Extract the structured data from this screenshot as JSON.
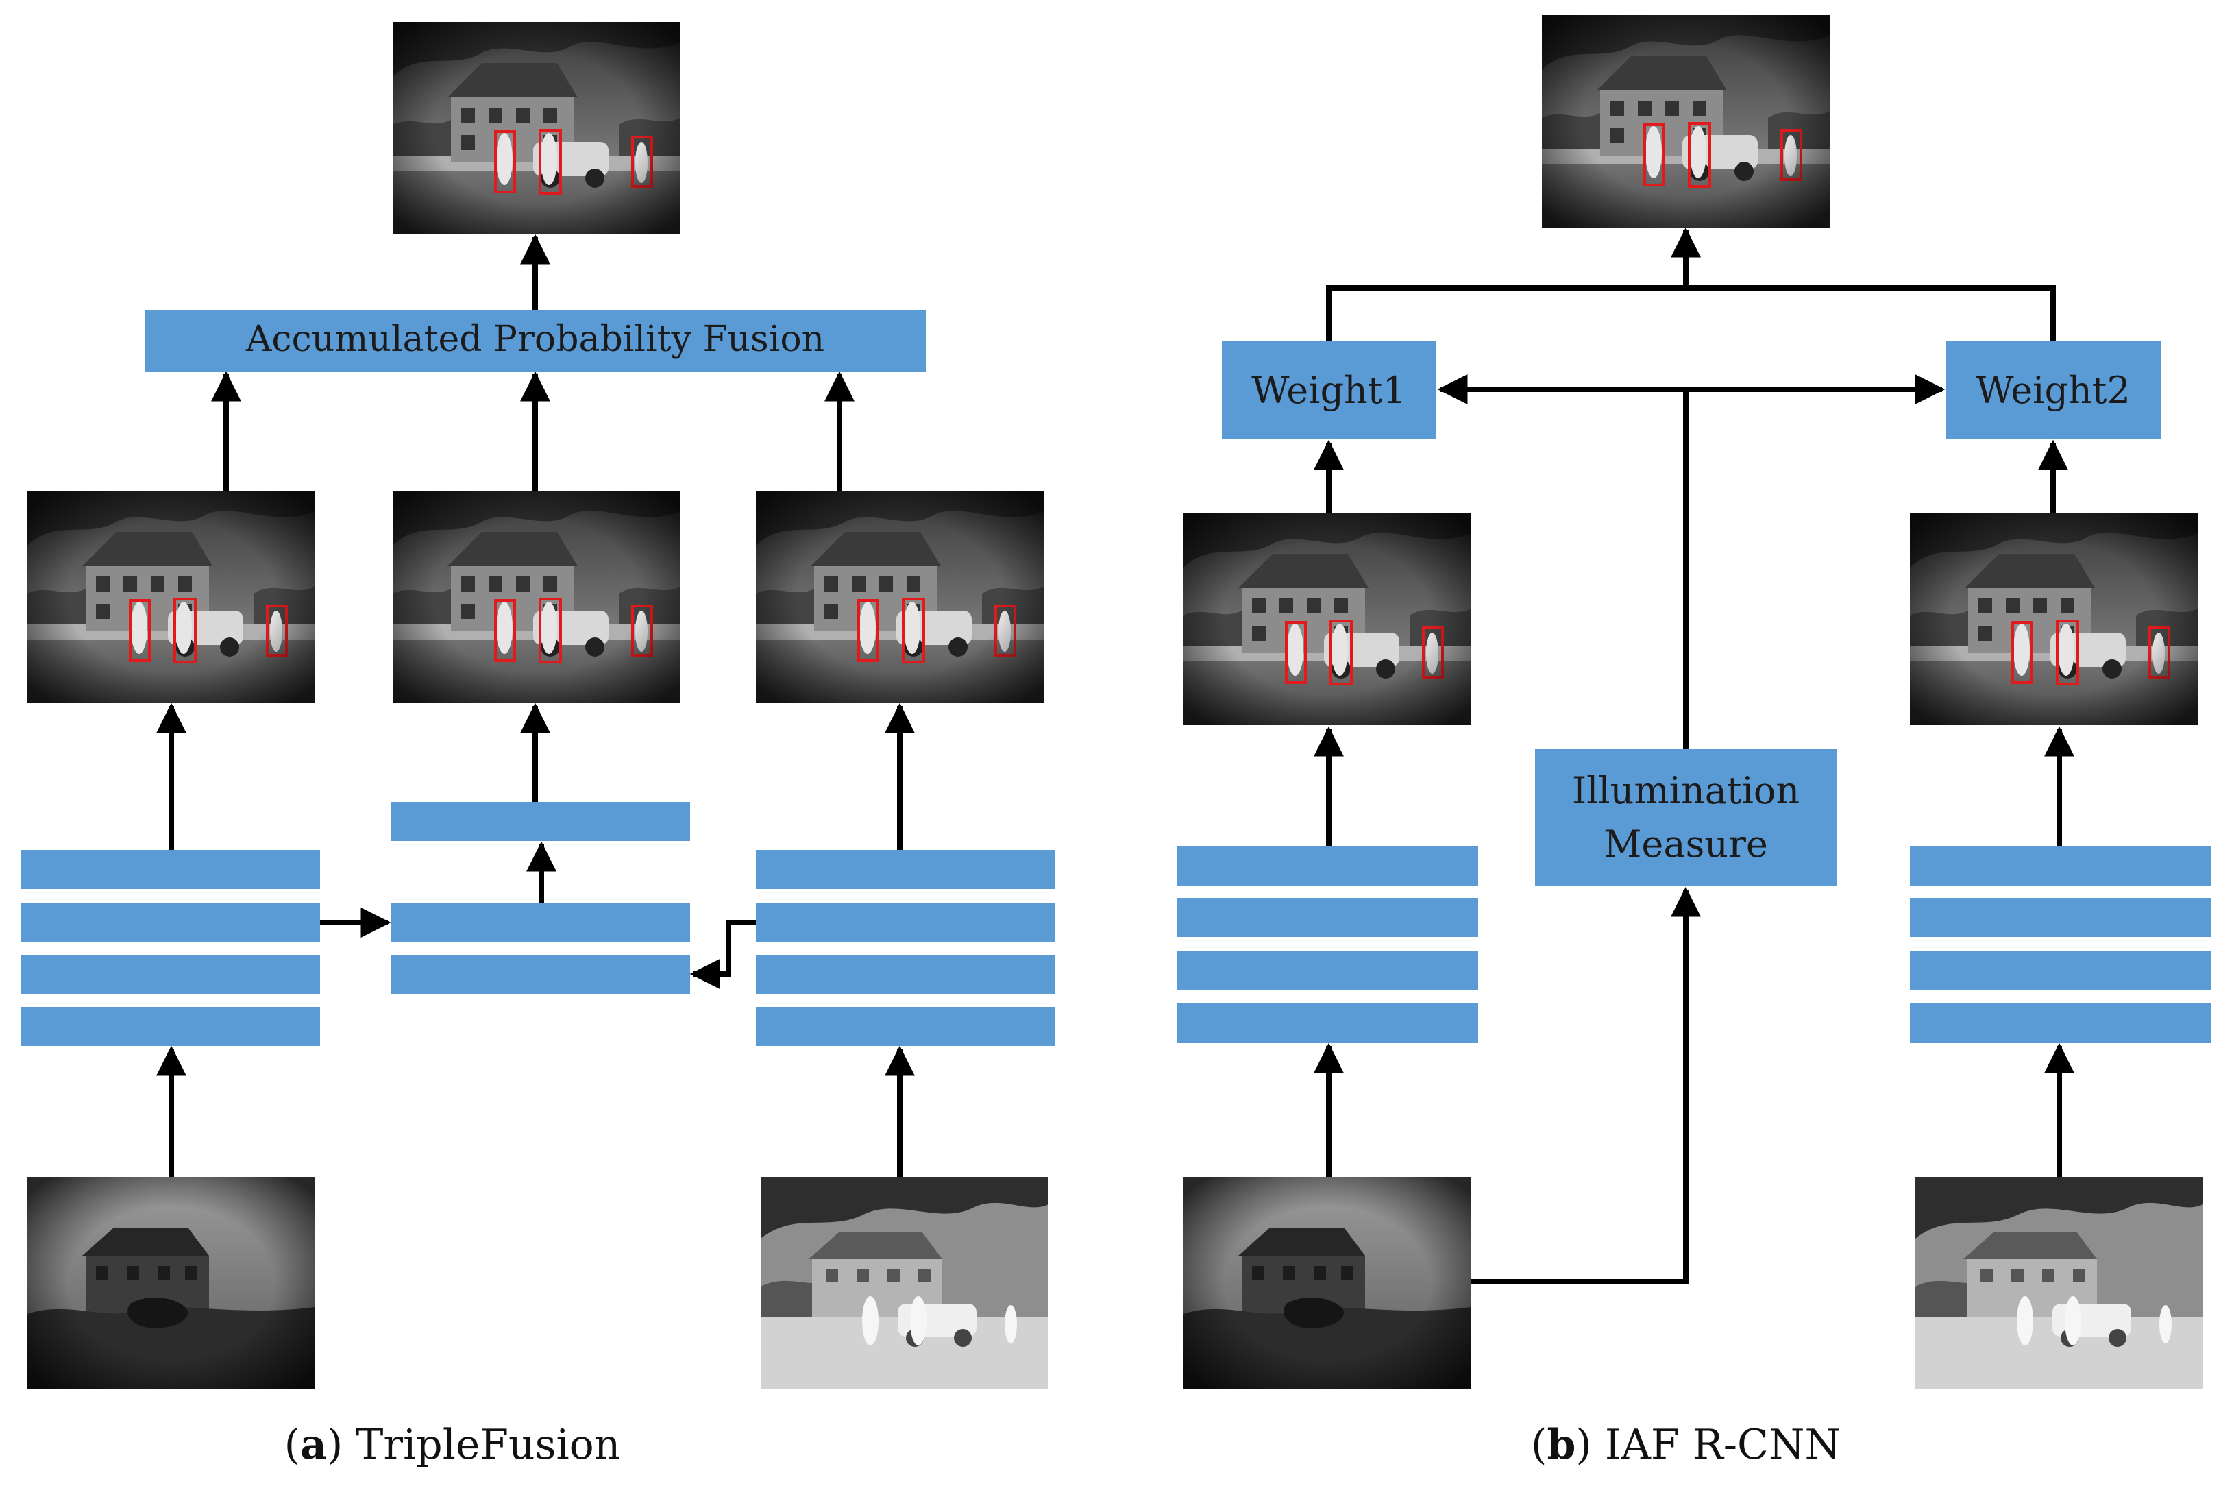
{
  "panel_a": {
    "fusion_label": "Accumulated Probability Fusion",
    "caption_letter": "a",
    "caption_text": "TripleFusion"
  },
  "panel_b": {
    "weight1_label": "Weight1",
    "weight2_label": "Weight2",
    "illumination_line1": "Illumination",
    "illumination_line2": "Measure",
    "caption_letter": "b",
    "caption_text": "IAF R-CNN"
  },
  "colors": {
    "block_fill": "#5b9bd5",
    "arrow": "#000000",
    "detection_box": "#e31a1c"
  },
  "icons": {
    "scene_image": "thermal-night-scene-house-car-pedestrians",
    "detection_output": "scene-with-red-bounding-boxes"
  }
}
